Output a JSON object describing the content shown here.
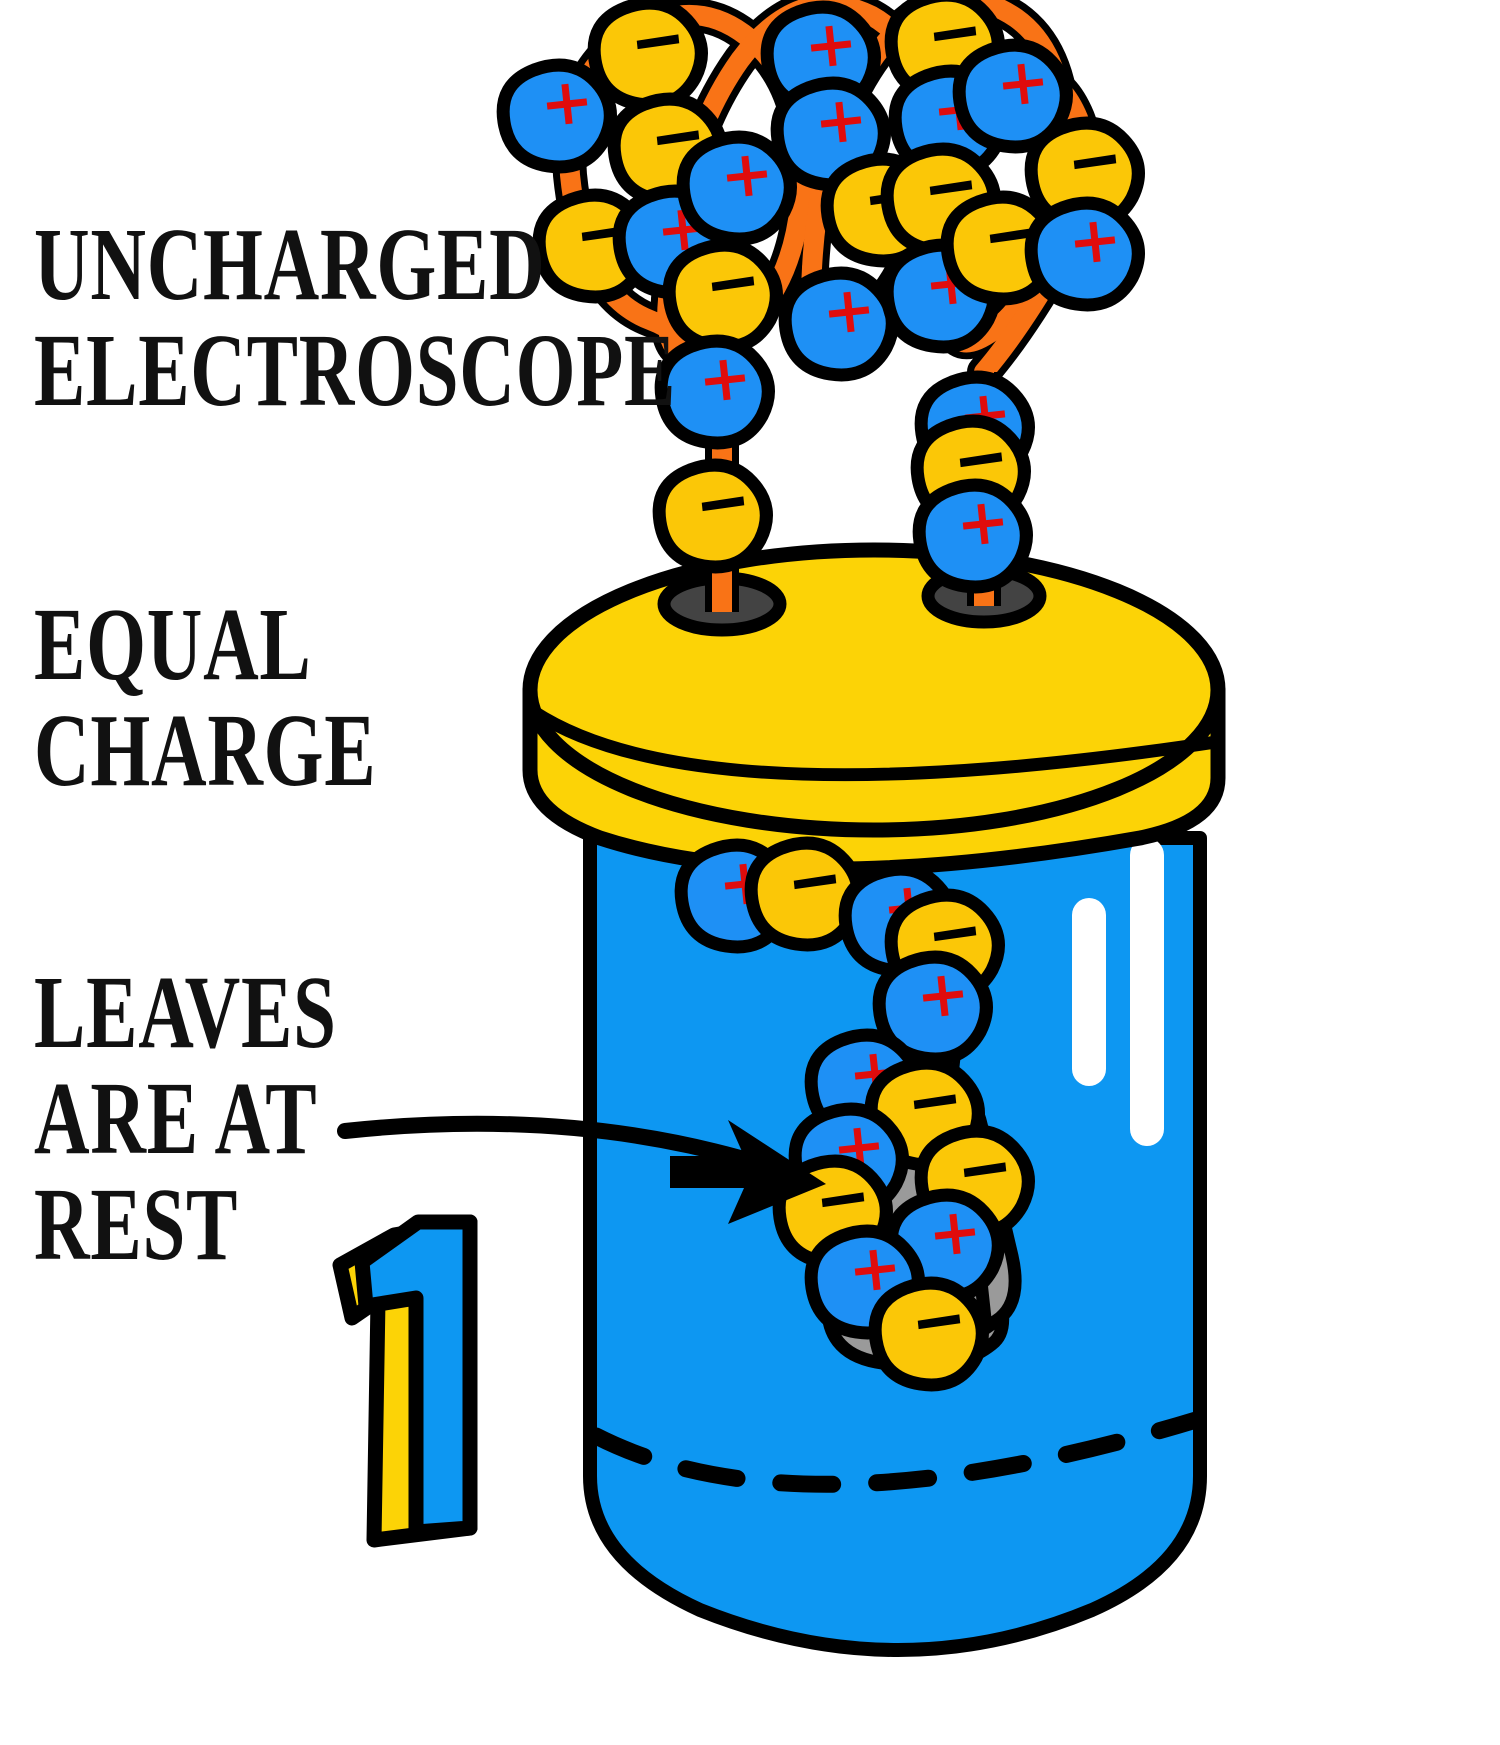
{
  "illustration": {
    "title": "Uncharged electroscope diagram",
    "step_number": "1",
    "labels": {
      "uncharged_electroscope": "Uncharged\nElectroscope",
      "equal_charge": "Equal\nCharge",
      "leaves_at_rest": "Leaves\nare at\nrest"
    },
    "annotation": {
      "pointer_label": "leaves-callout-arrow",
      "points_to": "gold-leaves"
    }
  },
  "colors": {
    "outline": "#000000",
    "jar_body": "#0D97F2",
    "jar_lid": "#FCD306",
    "wire": "#F97316",
    "positive_fill": "#1E90F5",
    "positive_glyph": "#E00C0C",
    "negative_fill": "#FBC707",
    "negative_glyph": "#000000",
    "leaf_fill": "#9A9A9A",
    "grommet": "#434343",
    "highlight": "#FFFFFF",
    "number_body": "#0D97F2",
    "number_edge": "#FCD306",
    "background": "#FFFFFF"
  },
  "charge_glyphs": {
    "positive": "+",
    "negative": "–"
  },
  "charge_counts": {
    "positive_total": 18,
    "negative_total": 18,
    "description": "Equal numbers of positive and negative charges distributed along the coil, the rods and the leaves."
  },
  "parts": [
    {
      "name": "coiled-antenna",
      "description": "Orange coiled wire above the jar"
    },
    {
      "name": "left-rod",
      "description": "Vertical orange rod entering the lid on the left"
    },
    {
      "name": "right-rod",
      "description": "Vertical orange rod entering the lid on the right"
    },
    {
      "name": "jar-lid",
      "description": "Yellow cylindrical lid"
    },
    {
      "name": "jar-body",
      "description": "Blue transparent jar"
    },
    {
      "name": "inner-wire",
      "description": "Orange wire descending inside the jar"
    },
    {
      "name": "gold-leaves",
      "description": "Two grey leaves hanging at rest"
    },
    {
      "name": "step-badge",
      "description": "Large blue numeral one"
    }
  ]
}
